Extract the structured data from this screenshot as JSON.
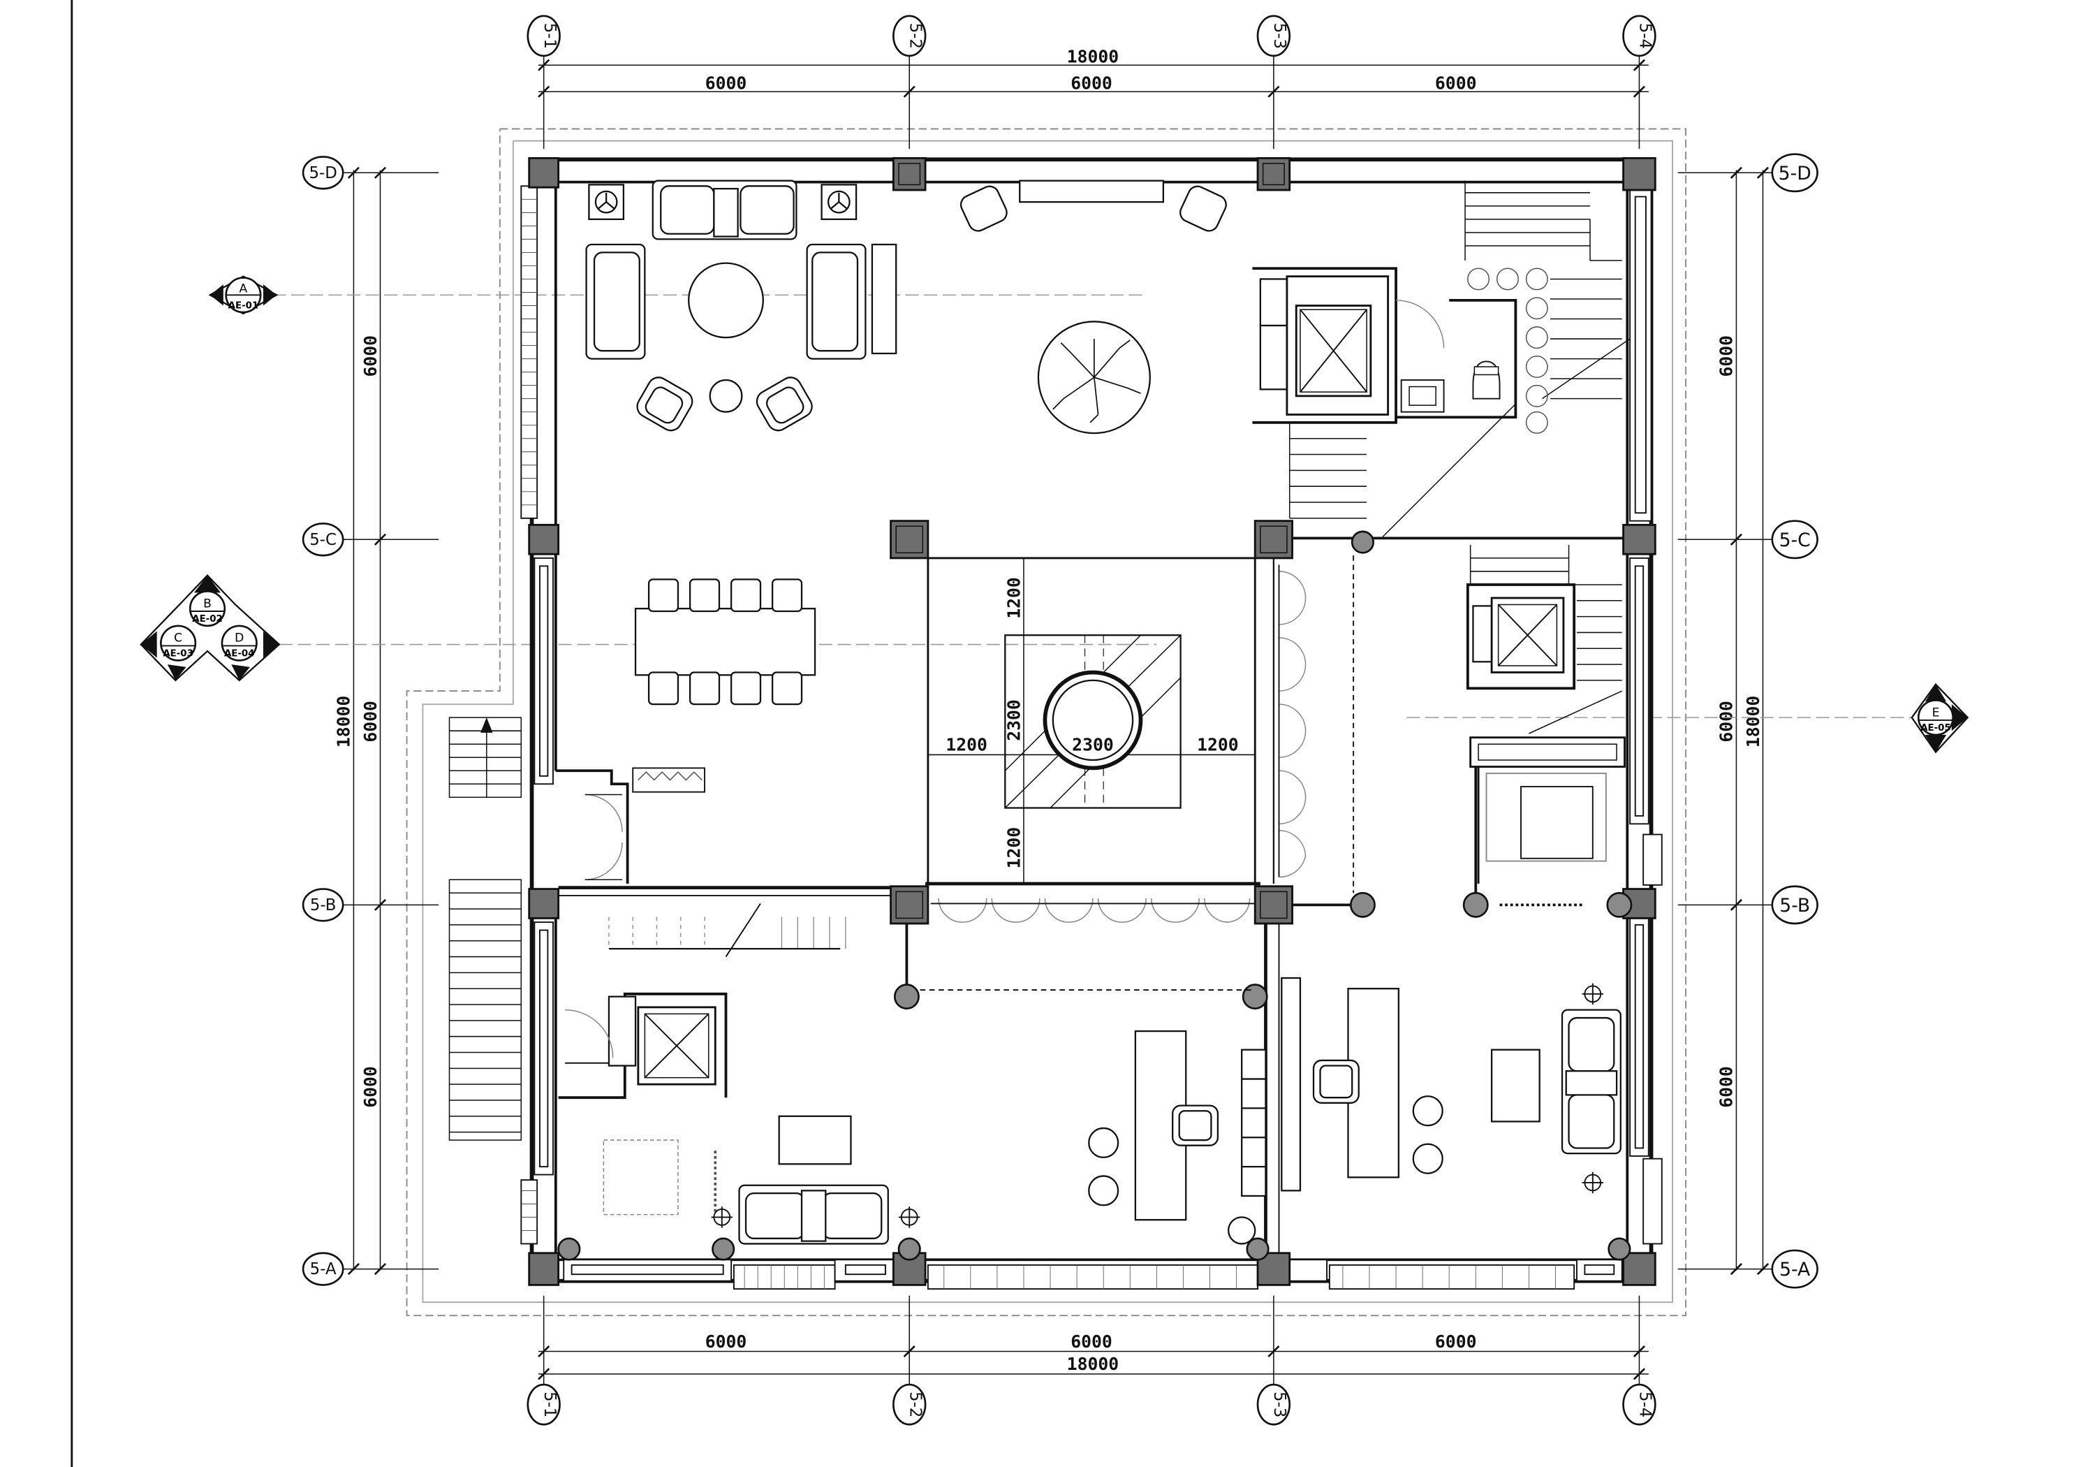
{
  "grid_axes": {
    "columns": [
      "5-1",
      "5-2",
      "5-3",
      "5-4"
    ],
    "rows": [
      "5-D",
      "5-C",
      "5-B",
      "5-A"
    ]
  },
  "dimensions": {
    "top_total": "18000",
    "top_bays": [
      "6000",
      "6000",
      "6000"
    ],
    "bottom_total": "18000",
    "bottom_bays": [
      "6000",
      "6000",
      "6000"
    ],
    "left_total": "18000",
    "left_bays": [
      "6000",
      "6000",
      "6000"
    ],
    "right_total": "18000",
    "right_bays": [
      "6000",
      "6000",
      "6000"
    ],
    "atrium_vertical": [
      "1200",
      "2300",
      "1200"
    ],
    "atrium_horizontal": [
      "1200",
      "2300",
      "1200"
    ]
  },
  "section_markers": {
    "A": {
      "letter": "A",
      "ref": "AE-01"
    },
    "B": {
      "letter": "B",
      "ref": "AE-02"
    },
    "C": {
      "letter": "C",
      "ref": "AE-03"
    },
    "D": {
      "letter": "D",
      "ref": "AE-04"
    },
    "E": {
      "letter": "E",
      "ref": "AE-05"
    }
  },
  "colors": {
    "line": "#111111",
    "column_fill": "#6e6e6e",
    "hidden_line": "#8a8a8a",
    "background": "#ffffff"
  }
}
